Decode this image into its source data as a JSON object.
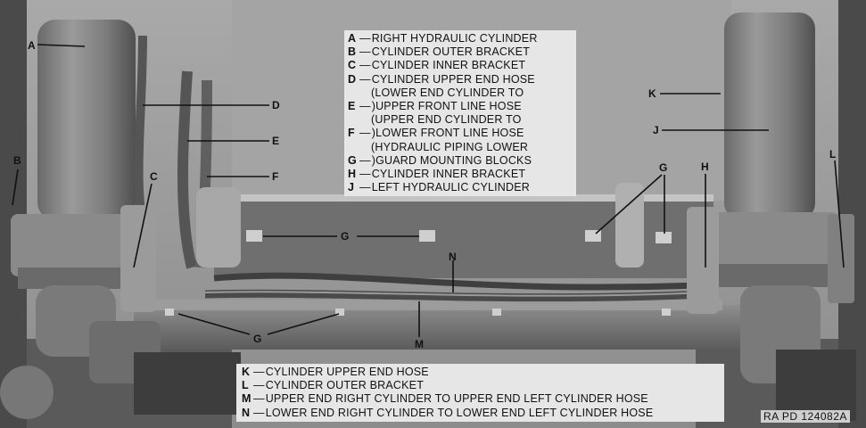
{
  "figure": {
    "legend_top": [
      {
        "key": "A",
        "text": "RIGHT HYDRAULIC CYLINDER"
      },
      {
        "key": "B",
        "text": "CYLINDER OUTER BRACKET"
      },
      {
        "key": "C",
        "text": "CYLINDER INNER BRACKET"
      },
      {
        "key": "D",
        "text": "CYLINDER UPPER END HOSE"
      },
      {
        "key": "",
        "text": "(LOWER END CYLINDER TO"
      },
      {
        "key": "E",
        "text": ")UPPER FRONT LINE HOSE"
      },
      {
        "key": "",
        "text": "(UPPER END CYLINDER TO"
      },
      {
        "key": "F",
        "text": ")LOWER FRONT LINE HOSE"
      },
      {
        "key": "",
        "text": "(HYDRAULIC PIPING LOWER"
      },
      {
        "key": "G",
        "text": ")GUARD MOUNTING BLOCKS"
      },
      {
        "key": "H",
        "text": "CYLINDER INNER BRACKET"
      },
      {
        "key": "J",
        "text": "LEFT HYDRAULIC CYLINDER"
      }
    ],
    "legend_bottom": [
      {
        "key": "K",
        "text": "CYLINDER UPPER END HOSE"
      },
      {
        "key": "L",
        "text": "CYLINDER OUTER BRACKET"
      },
      {
        "key": "M",
        "text": "UPPER END RIGHT CYLINDER TO UPPER END LEFT CYLINDER HOSE"
      },
      {
        "key": "N",
        "text": "LOWER END RIGHT CYLINDER TO LOWER END LEFT CYLINDER HOSE"
      }
    ],
    "callouts": {
      "A": "A",
      "B": "B",
      "C": "C",
      "D": "D",
      "E": "E",
      "F": "F",
      "G1": "G",
      "G2": "G",
      "G3": "G",
      "H": "H",
      "J": "J",
      "K": "K",
      "L": "L",
      "M": "M",
      "N": "N"
    },
    "credit": "RA PD 124082A"
  },
  "colors": {
    "photo_dark": "#3a3a3a",
    "photo_mid": "#7a7a7a",
    "photo_light": "#b5b5b5",
    "legend_bg": "#e6e6e6",
    "ink": "#111111"
  }
}
